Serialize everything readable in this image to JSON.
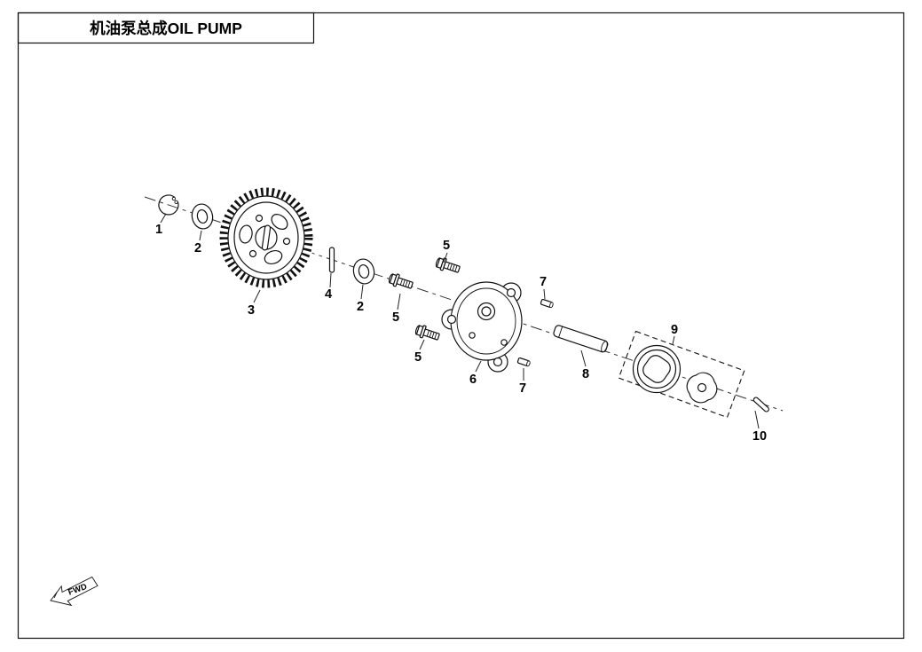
{
  "title_box": {
    "title": "机油泵总成OIL PUMP"
  },
  "diagram": {
    "callouts": {
      "c1": "1",
      "c2a": "2",
      "c3": "3",
      "c4": "4",
      "c2b": "2",
      "c5a": "5",
      "c5b": "5",
      "c5c": "5",
      "c6": "6",
      "c7a": "7",
      "c7b": "7",
      "c8": "8",
      "c9": "9",
      "c10": "10"
    },
    "fwd_marker": "FWD",
    "colors": {
      "line": "#111111",
      "background": "#ffffff"
    }
  }
}
